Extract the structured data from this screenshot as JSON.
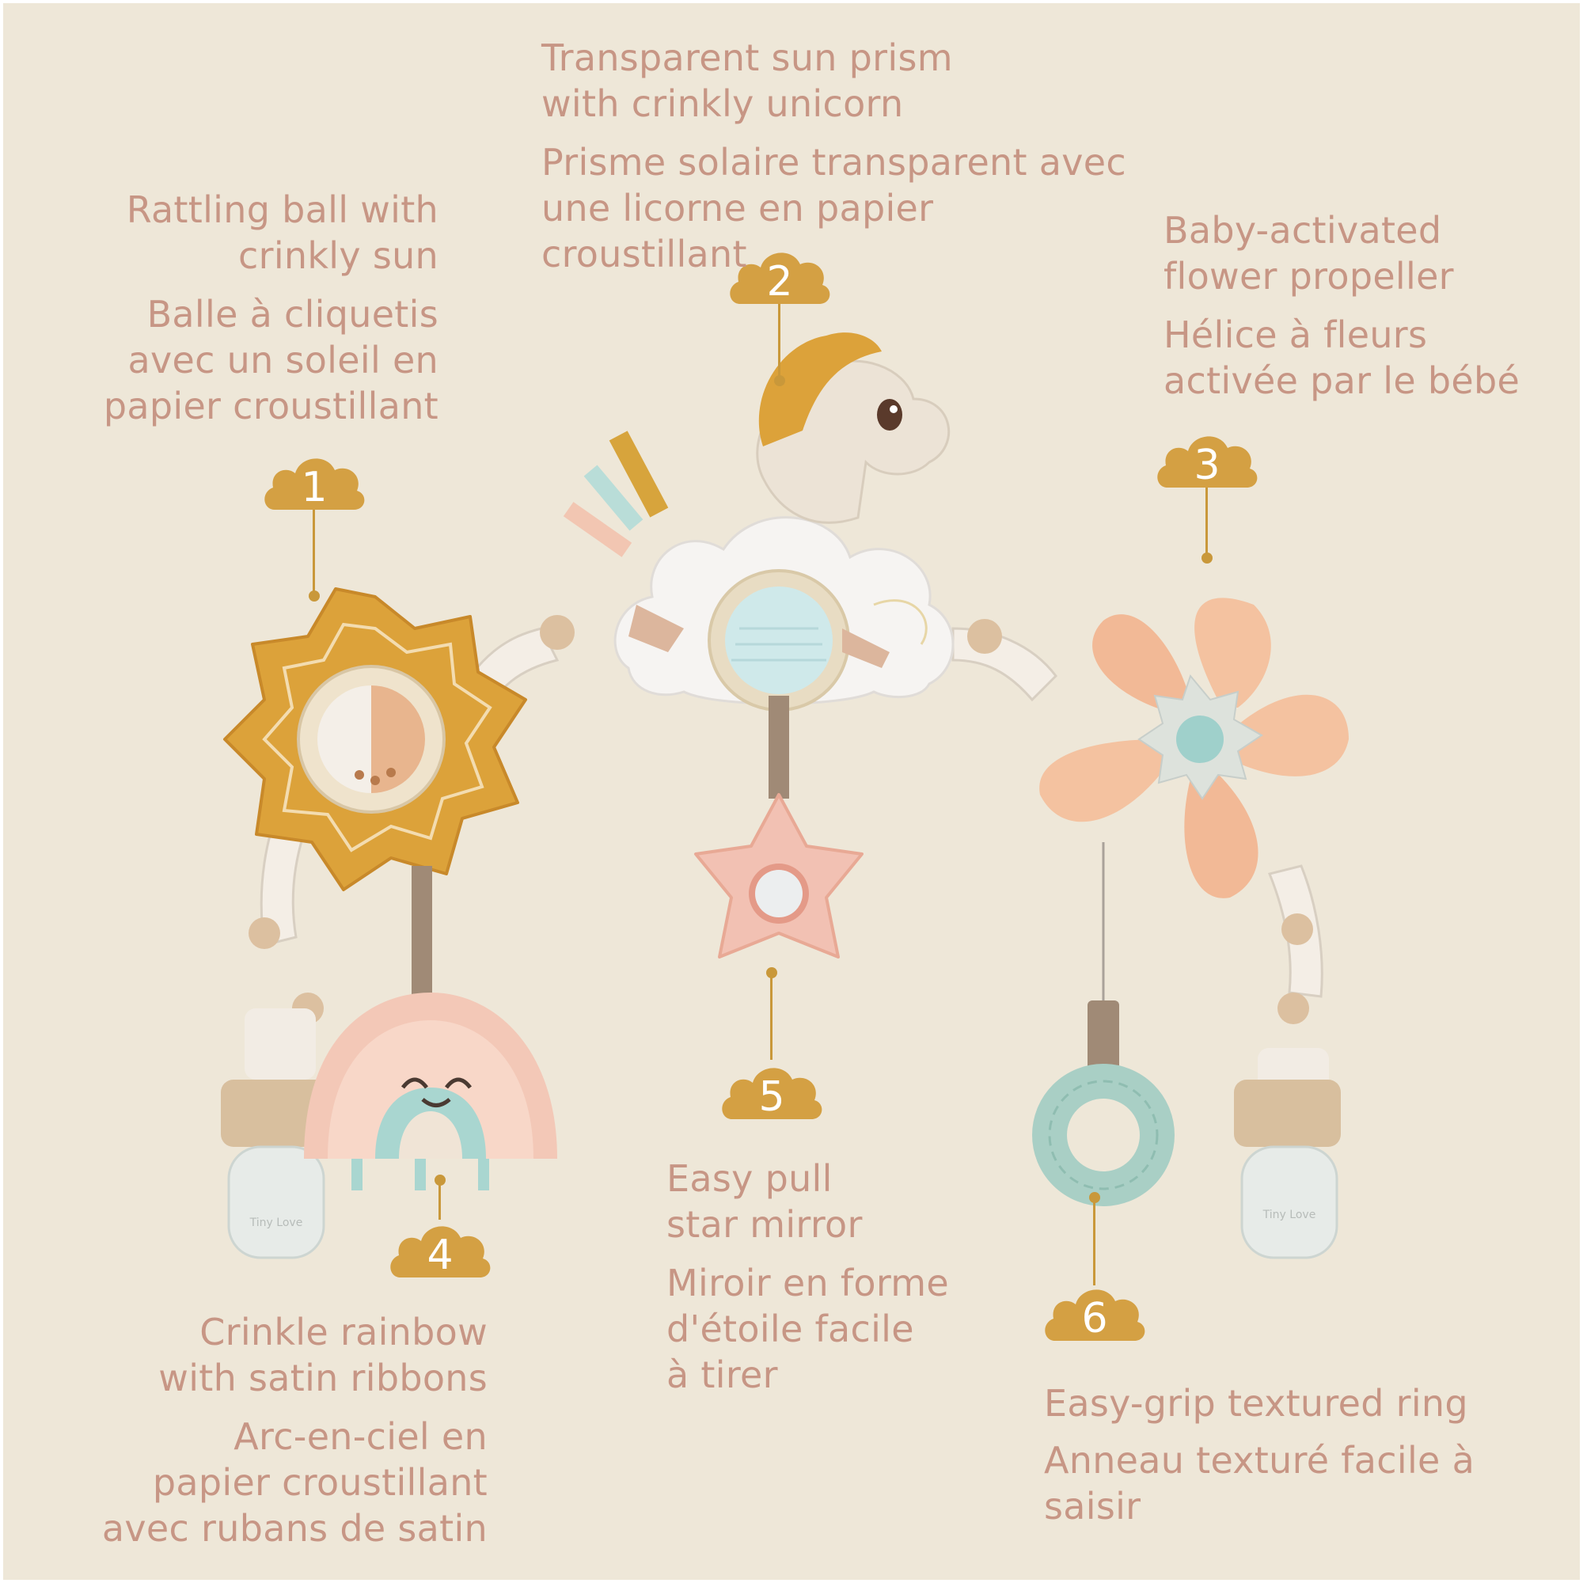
{
  "colors": {
    "background": "#eee7d8",
    "label_text": "#c79685",
    "badge": "#d4a043",
    "leader": "#c9983a"
  },
  "features": [
    {
      "number": "1",
      "english": [
        "Rattling ball with",
        "crinkly sun"
      ],
      "french": [
        "Balle à cliquetis",
        "avec un soleil en",
        "papier croustillant"
      ]
    },
    {
      "number": "2",
      "english": [
        "Transparent sun prism",
        "with crinkly unicorn"
      ],
      "french": [
        "Prisme solaire transparent avec",
        "une licorne en papier croustillant"
      ]
    },
    {
      "number": "3",
      "english": [
        "Baby-activated",
        "flower propeller"
      ],
      "french": [
        "Hélice à fleurs",
        "activée par le bébé"
      ]
    },
    {
      "number": "4",
      "english": [
        "Crinkle rainbow",
        "with satin ribbons"
      ],
      "french": [
        "Arc-en-ciel en",
        "papier croustillant",
        "avec rubans de satin"
      ]
    },
    {
      "number": "5",
      "english": [
        "Easy pull",
        "star mirror"
      ],
      "french": [
        "Miroir en forme",
        "d'étoile facile",
        "à tirer"
      ]
    },
    {
      "number": "6",
      "english": [
        "Easy-grip textured ring"
      ],
      "french": [
        "Anneau texturé facile à saisir"
      ]
    }
  ],
  "icons": {
    "badge": "cloud-badge-icon",
    "sun_rattle": "sun-rattle-icon",
    "unicorn": "unicorn-cloud-prism-icon",
    "flower": "flower-propeller-icon",
    "rainbow": "rainbow-icon",
    "star": "star-mirror-icon",
    "ring": "textured-ring-icon"
  },
  "clip_brand": "Tiny Love"
}
